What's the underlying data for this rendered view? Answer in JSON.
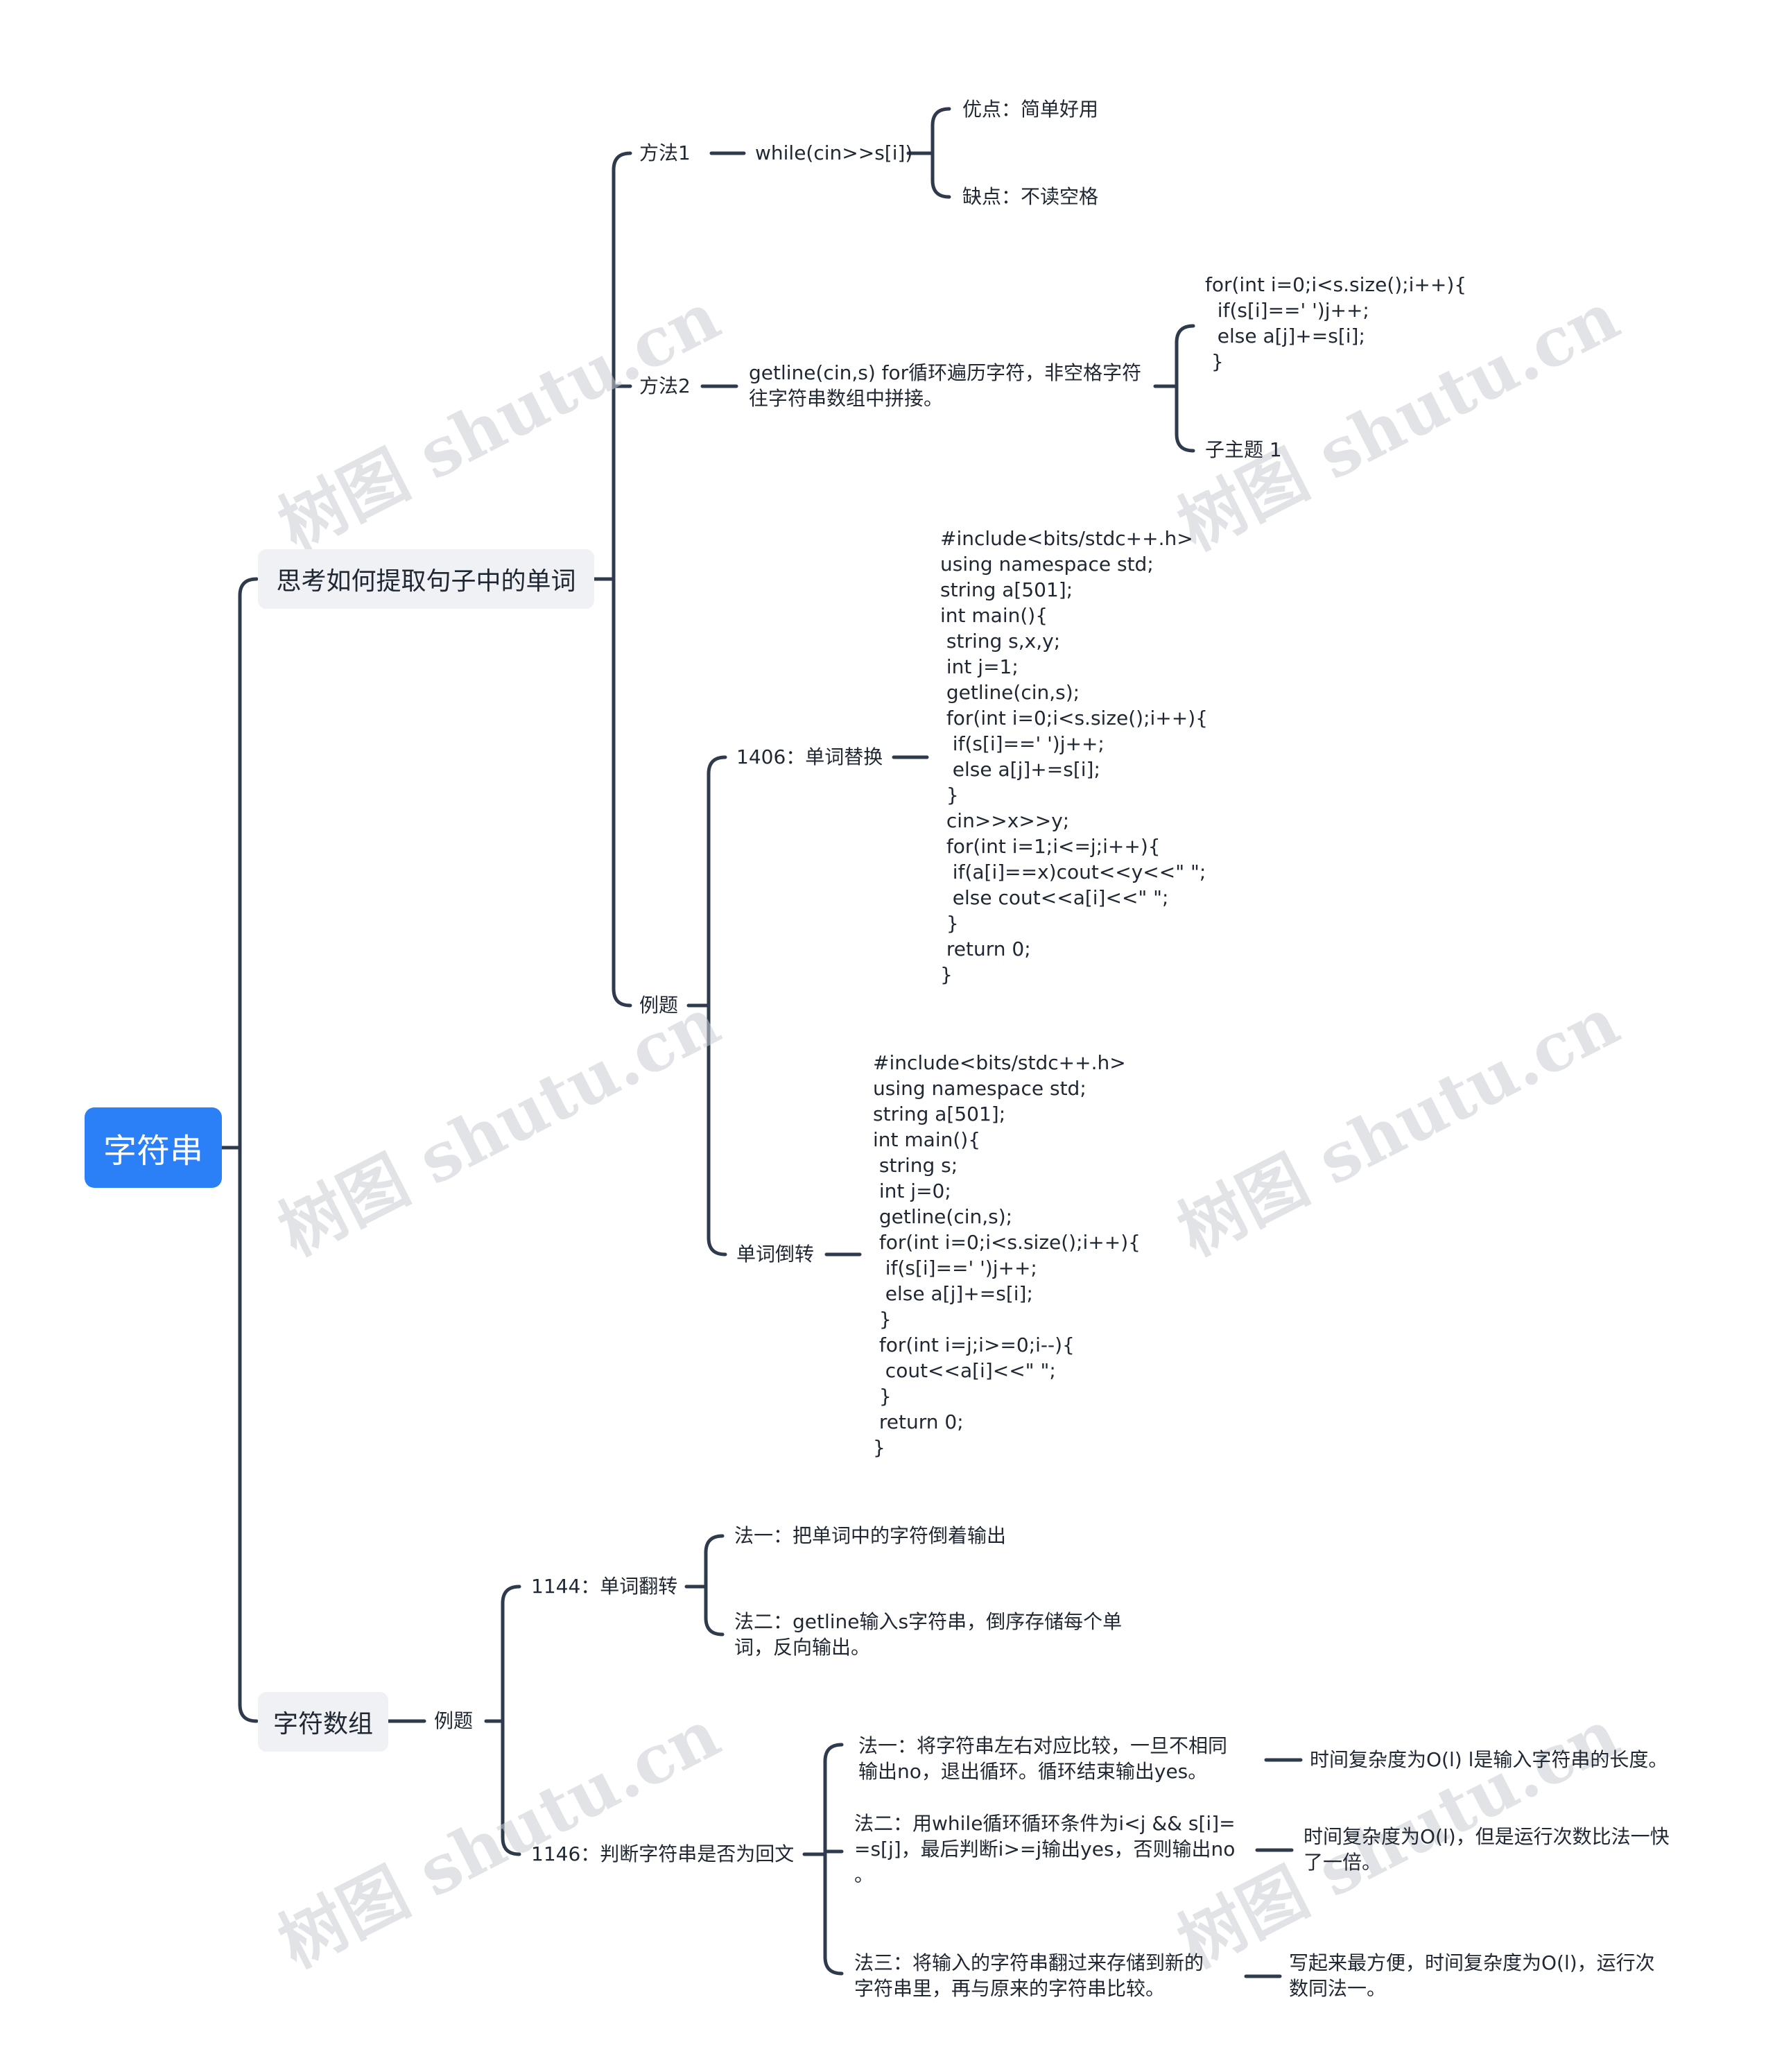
{
  "root": "字符串",
  "branches": {
    "extract": {
      "label": "思考如何提取句子中的单词",
      "method1": {
        "label": "方法1",
        "code": "while(cin>>s[i])",
        "pro": "优点：简单好用",
        "con": "缺点：不读空格"
      },
      "method2": {
        "label": "方法2",
        "desc": "getline(cin,s) for循环遍历字符，非空格字符\n往字符串数组中拼接。",
        "code": "for(int i=0;i<s.size();i++){\n  if(s[i]==' ')j++;\n  else a[j]+=s[i];\n }",
        "sub": "子主题 1"
      },
      "examples": {
        "label": "例题",
        "ex1": {
          "label": "1406：单词替换",
          "code": "#include<bits/stdc++.h>\nusing namespace std;\nstring a[501];\nint main(){\n string s,x,y;\n int j=1;\n getline(cin,s);\n for(int i=0;i<s.size();i++){\n  if(s[i]==' ')j++;\n  else a[j]+=s[i];\n }\n cin>>x>>y;\n for(int i=1;i<=j;i++){\n  if(a[i]==x)cout<<y<<\" \";\n  else cout<<a[i]<<\" \";\n }\n return 0;\n}"
        },
        "ex2": {
          "label": "单词倒转",
          "code": "#include<bits/stdc++.h>\nusing namespace std;\nstring a[501];\nint main(){\n string s;\n int j=0;\n getline(cin,s);\n for(int i=0;i<s.size();i++){\n  if(s[i]==' ')j++;\n  else a[j]+=s[i];\n }\n for(int i=j;i>=0;i--){\n  cout<<a[i]<<\" \";\n }\n return 0;\n}"
        }
      }
    },
    "chararray": {
      "label": "字符数组",
      "examples": {
        "label": "例题",
        "p1144": {
          "label": "1144：单词翻转",
          "m1": "法一：把单词中的字符倒着输出",
          "m2": "法二：getline输入s字符串，倒序存储每个单\n词，反向输出。"
        },
        "p1146": {
          "label": "1146：判断字符串是否为回文",
          "m1": "法一：将字符串左右对应比较，一旦不相同\n输出no，退出循环。循环结束输出yes。",
          "m1note": "时间复杂度为O(l) l是输入字符串的长度。",
          "m2": "法二：用while循环循环条件为i<j && s[i]=\n=s[j]，最后判断i>=j输出yes，否则输出no\n。",
          "m2note": "时间复杂度为O(l)，但是运行次数比法一快\n了一倍。",
          "m3": "法三：将输入的字符串翻过来存储到新的\n字符串里，再与原来的字符串比较。",
          "m3note": "写起来最方便，时间复杂度为O(l)，运行次\n数同法一。"
        }
      }
    }
  },
  "watermark": "树图 shutu.cn",
  "colors": {
    "line": "#2f3b4c",
    "root_bg": "#2b80f7",
    "box_bg": "#eff1f4"
  }
}
